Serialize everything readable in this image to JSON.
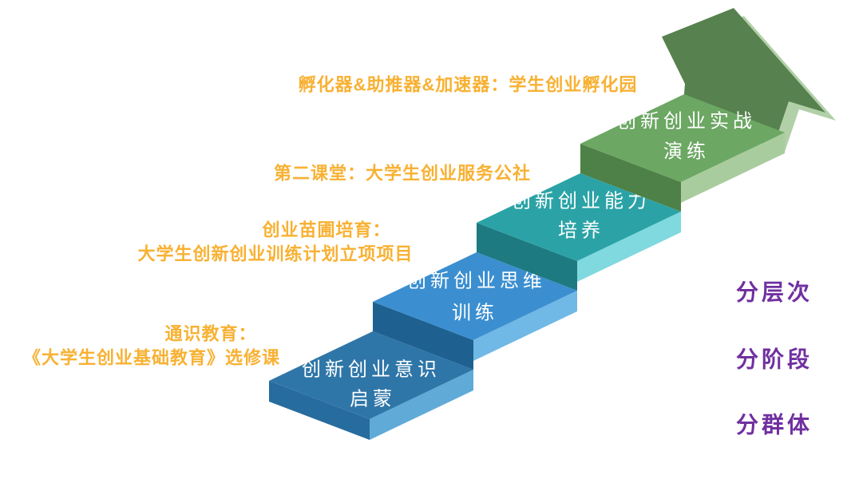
{
  "steps": [
    {
      "line1": "创新创业意识",
      "line2": "启蒙",
      "top_color": "#2F76A8",
      "front_color": "#276C9E",
      "side_color": "#60AAD8"
    },
    {
      "line1": "创新创业思维",
      "line2": "训练",
      "top_color": "#3B8FD0",
      "front_color": "#1E6191",
      "side_color": "#70B8E6"
    },
    {
      "line1": "创新创业能力",
      "line2": "培养",
      "top_color": "#2BA3A6",
      "front_color": "#1D7A80",
      "side_color": "#7FD9DE"
    },
    {
      "line1": "创新创业实战",
      "line2": "演练",
      "top_color": "#6CA763",
      "front_color": "#4E8147",
      "side_color": "#A9CC9E"
    }
  ],
  "stage_labels": [
    {
      "line1": "通识教育：",
      "line2": "《大学生创业基础教育》选修课"
    },
    {
      "line1": "创业苗圃培育：",
      "line2": "大学生创新创业训练计划立项项目"
    },
    {
      "text": "第二课堂：大学生创业服务公社"
    },
    {
      "text": "孵化器&助推器&加速器：学生创业孵化园"
    }
  ],
  "side_labels": [
    {
      "text": "分层次"
    },
    {
      "text": "分阶段"
    },
    {
      "text": "分群体"
    }
  ],
  "arrow": {
    "body_color": "#57814E",
    "edge_color": "#B2D0A8"
  },
  "colors": {
    "label_orange": "#F8B133",
    "side_purple": "#7030A0",
    "step_text": "#FFFFFF",
    "background": "#FFFFFF"
  }
}
